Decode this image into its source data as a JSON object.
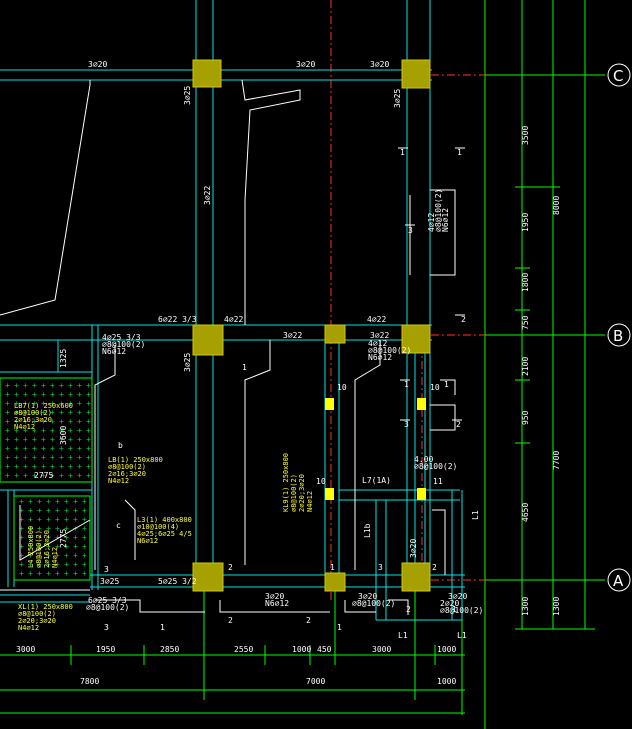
{
  "axes": {
    "C": "C",
    "B": "B",
    "A": "A"
  },
  "right_dims": {
    "d3500": "3500",
    "d1950": "1950",
    "d1800": "1800",
    "d750": "750",
    "d8000": "8000",
    "d2100": "2100",
    "d950": "950",
    "d4650": "4650",
    "d7700": "7700",
    "d1300a": "1300",
    "d1300b": "1300"
  },
  "bottom_dims": {
    "b3000a": "3000",
    "b1950": "1950",
    "b2850": "2850",
    "b2550": "2550",
    "b1000": "1000",
    "b450": "450",
    "b3000b": "3000",
    "b1000b": "1000",
    "b7800": "7800",
    "b7000": "7000",
    "b1000c": "1000"
  },
  "rebar_labels": {
    "top_3c20_left": "3⌀20",
    "top_3c20_mid": "3⌀20",
    "top_3c20_right": "3⌀20",
    "col_3c25_a": "3⌀25",
    "col_3c22": "3⌀22",
    "col_3c25_b": "3⌀25",
    "mid_6c22": "6⌀22 3/3",
    "mid_4c22": "4⌀22",
    "mid_3c22": "3⌀22",
    "mid_4c22b": "4⌀22",
    "mid_3c22b": "3⌀22",
    "lower_3c25": "3⌀25",
    "bot_5c25": "5⌀25 3/2",
    "bot_3c20": "3⌀20",
    "bot_3c20b": "3⌀20",
    "bot_3c20c": "3⌀20",
    "bot_3c25": "3⌀25"
  },
  "beam_labels": {
    "lb7_a": "LB7(1) 250x600",
    "lb7_b": "⌀8@100(2)",
    "lb7_c": "2⌀16;3⌀20",
    "lb7_d": "N4⌀12",
    "lb8_a": "LB(1) 250x800",
    "lb8_b": "⌀8@100(2)",
    "lb8_c": "2⌀16;3⌀20",
    "lb8_d": "N4⌀12",
    "l3_a": "L3(1) 400x800",
    "l3_b": "⌀10@100(4)",
    "l3_c": "4⌀25;6⌀25 4/5",
    "l3_d": "N6⌀12",
    "l4_a": "L4 250x800",
    "l4_b": "⌀8@100(2)",
    "l4_c": "2⌀16;3⌀20",
    "l4_d": "N4⌀12",
    "xl_a": "XL(1) 250x800",
    "xl_b": "⌀8@100(2)",
    "xl_c": "2⌀20;3⌀20",
    "xl_d": "N4⌀12",
    "kl_a": "KL9(1) 250x800",
    "kl_b": "⌀8@100(2)",
    "kl_c": "2⌀20;3⌀20",
    "kl_d": "N4⌀12",
    "top_b_a": "4⌀25 3/3",
    "top_b_b": "⌀8@100(2)",
    "top_b_c": "N6⌀12",
    "right_b_a": "4⌀12",
    "right_b_b": "⌀8@100(2)",
    "right_b_c": "N6⌀12",
    "right_c_a": "4.00",
    "right_c_b": "⌀8@100(2)",
    "bottom_b_a": "3⌀20",
    "bottom_b_b": "N6⌀12",
    "bottom_c_a": "3⌀20",
    "bottom_c_b": "⌀8@100(2)",
    "bottom_d_a": "2⌀20",
    "bottom_d_b": "⌀8@100(2)",
    "bottom_left_a": "6⌀25 3/3",
    "bottom_left_b": "⌀8@100(2)",
    "l7": "L7(1A)",
    "l1b": "L1b",
    "l1": "L1",
    "l1c": "L1",
    "l1d": "L1",
    "v1325": "1325",
    "v3600": "3600",
    "v2775": "2775",
    "v2775b": "2775",
    "b_mark": "b",
    "c_mark": "c",
    "n10": "10",
    "n10b": "10",
    "n10c": "10",
    "n11": "11"
  },
  "section_marks": {
    "s1a": "1",
    "s1b": "1",
    "s3a": "3",
    "s2a": "2",
    "s1c": "1",
    "s1d": "1",
    "s2b": "2",
    "s3b": "3",
    "s2c": "2",
    "s3c": "3",
    "s3d": "3",
    "s1e": "1",
    "s2d": "2",
    "s2e": "2",
    "s1f": "1",
    "s3e": "3",
    "s1g": "1",
    "s2f": "2",
    "s2g": "2",
    "s1h": "1",
    "s1i": "1"
  }
}
